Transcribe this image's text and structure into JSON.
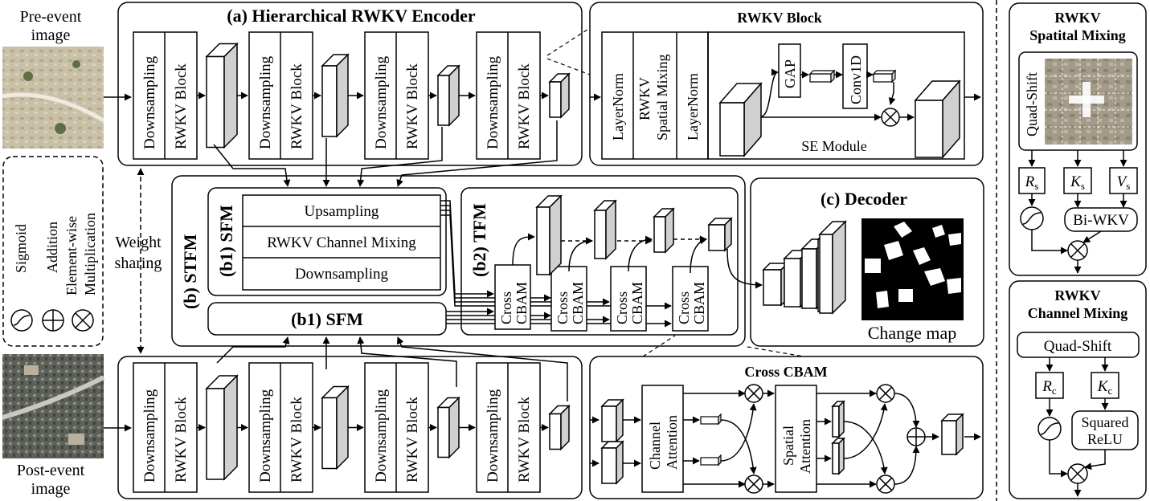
{
  "inputs": {
    "pre_event": [
      "Pre-event",
      "image"
    ],
    "post_event": [
      "Post-event",
      "image"
    ]
  },
  "encoder": {
    "title": "(a) Hierarchical RWKV Encoder",
    "downsampling": "Downsampling",
    "rwkv_block": "RWKV Block"
  },
  "rwkv_block_panel": {
    "title": "RWKV Block",
    "layernorm": "LayerNorm",
    "spatial_mixing": [
      "RWKV",
      "Spatial Mixing"
    ],
    "gap": "GAP",
    "conv1d": "Conv1D",
    "se_module": "SE Module"
  },
  "legend": {
    "sigmoid": "Sigmoid",
    "addition": "Addition",
    "multiplication": [
      "Element-wise",
      "Multiplication"
    ]
  },
  "weight_sharing": [
    "Weight",
    "sharing"
  ],
  "stfm": {
    "title": "(b) STFM",
    "sfm_title": "(b1) SFM",
    "upsampling": "Upsampling",
    "channel_mixing": "RWKV Channel Mixing",
    "downsampling": "Downsampling",
    "sfm_bar": "(b1) SFM",
    "tfm_title": "(b2) TFM",
    "cross_cbam": [
      "Cross",
      "CBAM"
    ]
  },
  "decoder": {
    "title": "(c) Decoder",
    "change_map": "Change map"
  },
  "cross_cbam_panel": {
    "title": "Cross CBAM",
    "channel_attention": [
      "Channel",
      "Attention"
    ],
    "spatial_attention": [
      "Spatial",
      "Attention"
    ]
  },
  "spatial_mixing_panel": {
    "title": [
      "RWKV",
      "Spatital Mixing"
    ],
    "quad_shift": "Quad-Shift",
    "r": "R",
    "k": "K",
    "v": "V",
    "sub": "s",
    "biwkv": "Bi-WKV"
  },
  "channel_mixing_panel": {
    "title": [
      "RWKV",
      "Channel Mixing"
    ],
    "quad_shift": "Quad-Shift",
    "r": "R",
    "k": "K",
    "sub": "c",
    "squared_relu": [
      "Squared",
      "ReLU"
    ]
  }
}
